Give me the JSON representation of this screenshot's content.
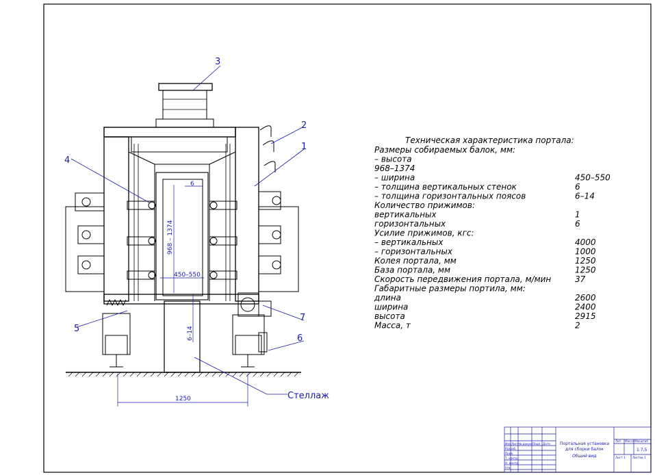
{
  "spec": {
    "title": "Техническая характеристика портала:",
    "rows": [
      {
        "label": "Размеры собираемых балок, мм:",
        "value": ""
      },
      {
        "label": "– высота",
        "value": ""
      },
      {
        "label": "968–1374",
        "value": ""
      },
      {
        "label": "– ширина",
        "value": "450–550"
      },
      {
        "label": "– толщина вертикальных стенок",
        "value": "6"
      },
      {
        "label": "– толщина горизонтальных поясов",
        "value": "6–14"
      },
      {
        "label": "Количество прижимов:",
        "value": ""
      },
      {
        "label": "вертикальных",
        "value": "1"
      },
      {
        "label": "горизонтальных",
        "value": "6"
      },
      {
        "label": "Усилие прижимов, кгс:",
        "value": ""
      },
      {
        "label": "– вертикальных",
        "value": "4000"
      },
      {
        "label": "– горизонтальных",
        "value": "1000"
      },
      {
        "label": "Колея портала, мм",
        "value": "1250"
      },
      {
        "label": "База портала, мм",
        "value": "1250"
      },
      {
        "label": "Скорость передвижения портала, м/мин",
        "value": "37"
      },
      {
        "label": "Габаритные размеры портила, мм:",
        "value": ""
      },
      {
        "label": "длина",
        "value": "2600"
      },
      {
        "label": "ширина",
        "value": "2400"
      },
      {
        "label": "высота",
        "value": "2915"
      },
      {
        "label": "Масса, т",
        "value": "2"
      }
    ]
  },
  "callouts": {
    "c1": "1",
    "c2": "2",
    "c3": "3",
    "c4": "4",
    "c5": "5",
    "c6": "6",
    "c7": "7",
    "stellazh": "Стеллаж"
  },
  "dimensions": {
    "wall": "6",
    "height": "968 – 1374",
    "width": "450–550",
    "flange": "6–14",
    "track": "1250"
  },
  "title_block": {
    "name_line1": "Портальная установка",
    "name_line2": "для сборки балок",
    "view": "Общий вид",
    "scale": "1:7,5",
    "col_lit": "Лит.",
    "col_mass": "Масса",
    "col_scale": "Масштаб",
    "sheet": "Лист 1",
    "sheets": "Листов 1",
    "r_izm": "Изм.",
    "r_list": "Лист",
    "r_doc": "№ докум.",
    "r_sign": "Подп.",
    "r_date": "Дата",
    "r_razrab": "Разраб.",
    "r_prov": "Пров.",
    "r_tkontr": "Т. контр.",
    "r_nkontr": "Н. контр.",
    "r_utv": "Утв."
  }
}
